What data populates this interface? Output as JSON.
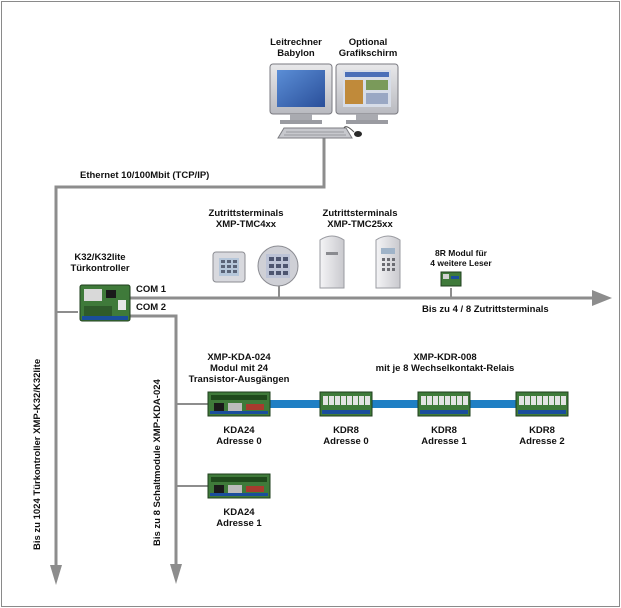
{
  "workstation": {
    "pc_label": [
      "Leitrechner",
      "Babylon"
    ],
    "monitor_label": [
      "Optional",
      "Grafikschirm"
    ]
  },
  "network": {
    "ethernet_label": "Ethernet 10/100Mbit (TCP/IP)",
    "vertical_controller_label": "Bis zu 1024 Türkontroller XMP-K32/K32lite"
  },
  "controller": {
    "label": [
      "K32/K32lite",
      "Türkontroller"
    ],
    "com1": "COM 1",
    "com2": "COM 2"
  },
  "terminals": {
    "tmc4_label": [
      "Zutrittsterminals",
      "XMP-TMC4xx"
    ],
    "tmc25_label": [
      "Zutrittsterminals",
      "XMP-TMC25xx"
    ],
    "module_8r_label": [
      "8R Modul für",
      "4 weitere Leser"
    ],
    "max_label": "Bis zu  4 / 8 Zutrittsterminals"
  },
  "switching": {
    "vertical_label": "Bis zu 8 Schaltmodule XMP-KDA-024",
    "kda_header": [
      "XMP-KDA-024",
      "Modul mit 24",
      "Transistor-Ausgängen"
    ],
    "kdr_header": [
      "XMP-KDR-008",
      "mit je 8 Wechselkontakt-Relais"
    ],
    "modules": [
      {
        "name": "KDA24",
        "addr": "Adresse 0"
      },
      {
        "name": "KDR8",
        "addr": "Adresse 0"
      },
      {
        "name": "KDR8",
        "addr": "Adresse 1"
      },
      {
        "name": "KDR8",
        "addr": "Adresse 2"
      },
      {
        "name": "KDA24",
        "addr": "Adresse 1"
      }
    ]
  },
  "colors": {
    "line": "#8d8d8d",
    "blue_link": "#1f7fc4",
    "board": "#3f7a3a"
  }
}
